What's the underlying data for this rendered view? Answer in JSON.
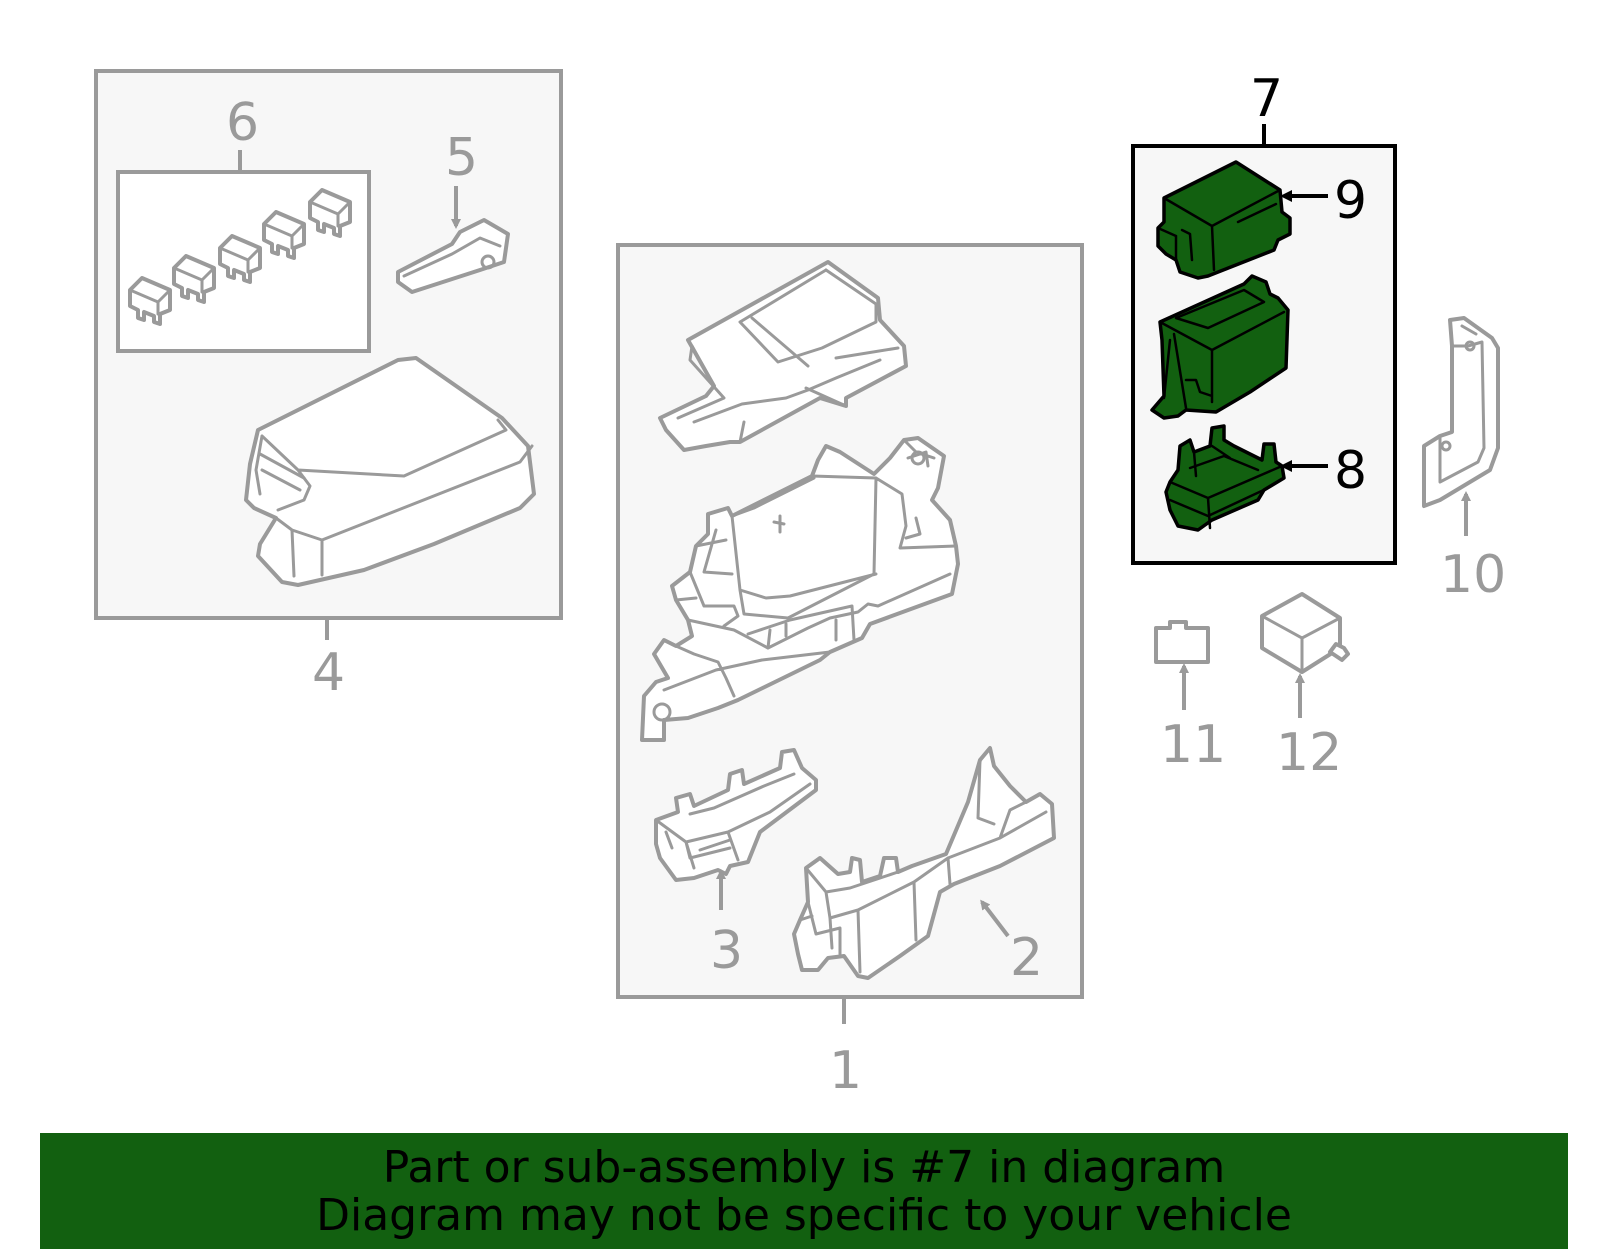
{
  "callouts": {
    "c1": "1",
    "c2": "2",
    "c3": "3",
    "c4": "4",
    "c5": "5",
    "c6": "6",
    "c7": "7",
    "c8": "8",
    "c9": "9",
    "c10": "10",
    "c11": "11",
    "c12": "12"
  },
  "highlight_part": "7",
  "colors": {
    "highlight_fill": "#126010",
    "part_stroke": "#9a9a9a",
    "banner_bg": "#126010"
  },
  "banner": {
    "line1": "Part or sub-assembly is #7 in diagram",
    "line2": "Diagram may not be specific to your vehicle"
  }
}
